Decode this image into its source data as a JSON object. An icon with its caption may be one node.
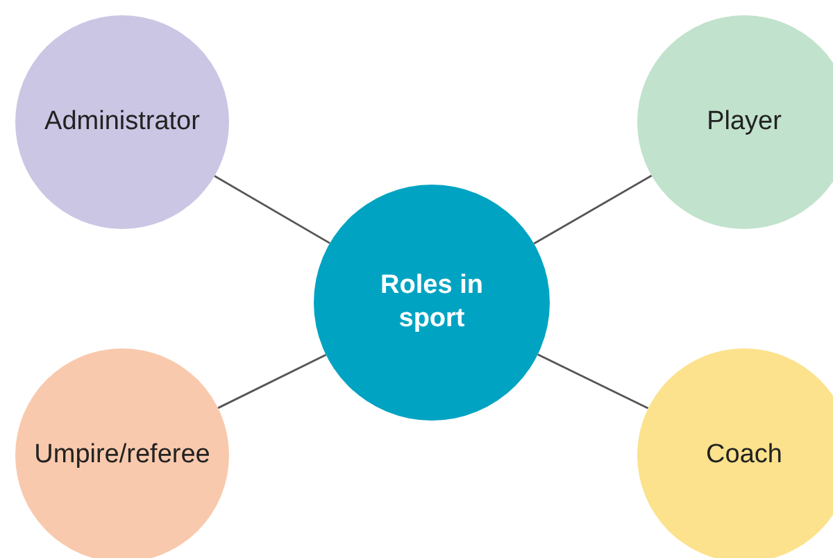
{
  "diagram": {
    "nodes": [
      {
        "text": [
          "Administrator"
        ]
      },
      {
        "text": [
          "Player"
        ]
      },
      {
        "text": [
          "Roles in sport"
        ]
      },
      {
        "text": [
          "Umpire/referee"
        ]
      },
      {
        "text": [
          "Coach"
        ]
      }
    ],
    "edges": [
      {
        "from": 2,
        "to": 0,
        "arrow": "none"
      },
      {
        "from": 2,
        "to": 1,
        "arrow": "none"
      },
      {
        "from": 2,
        "to": 3,
        "arrow": "none"
      },
      {
        "from": 2,
        "to": 4,
        "arrow": "none"
      }
    ]
  }
}
